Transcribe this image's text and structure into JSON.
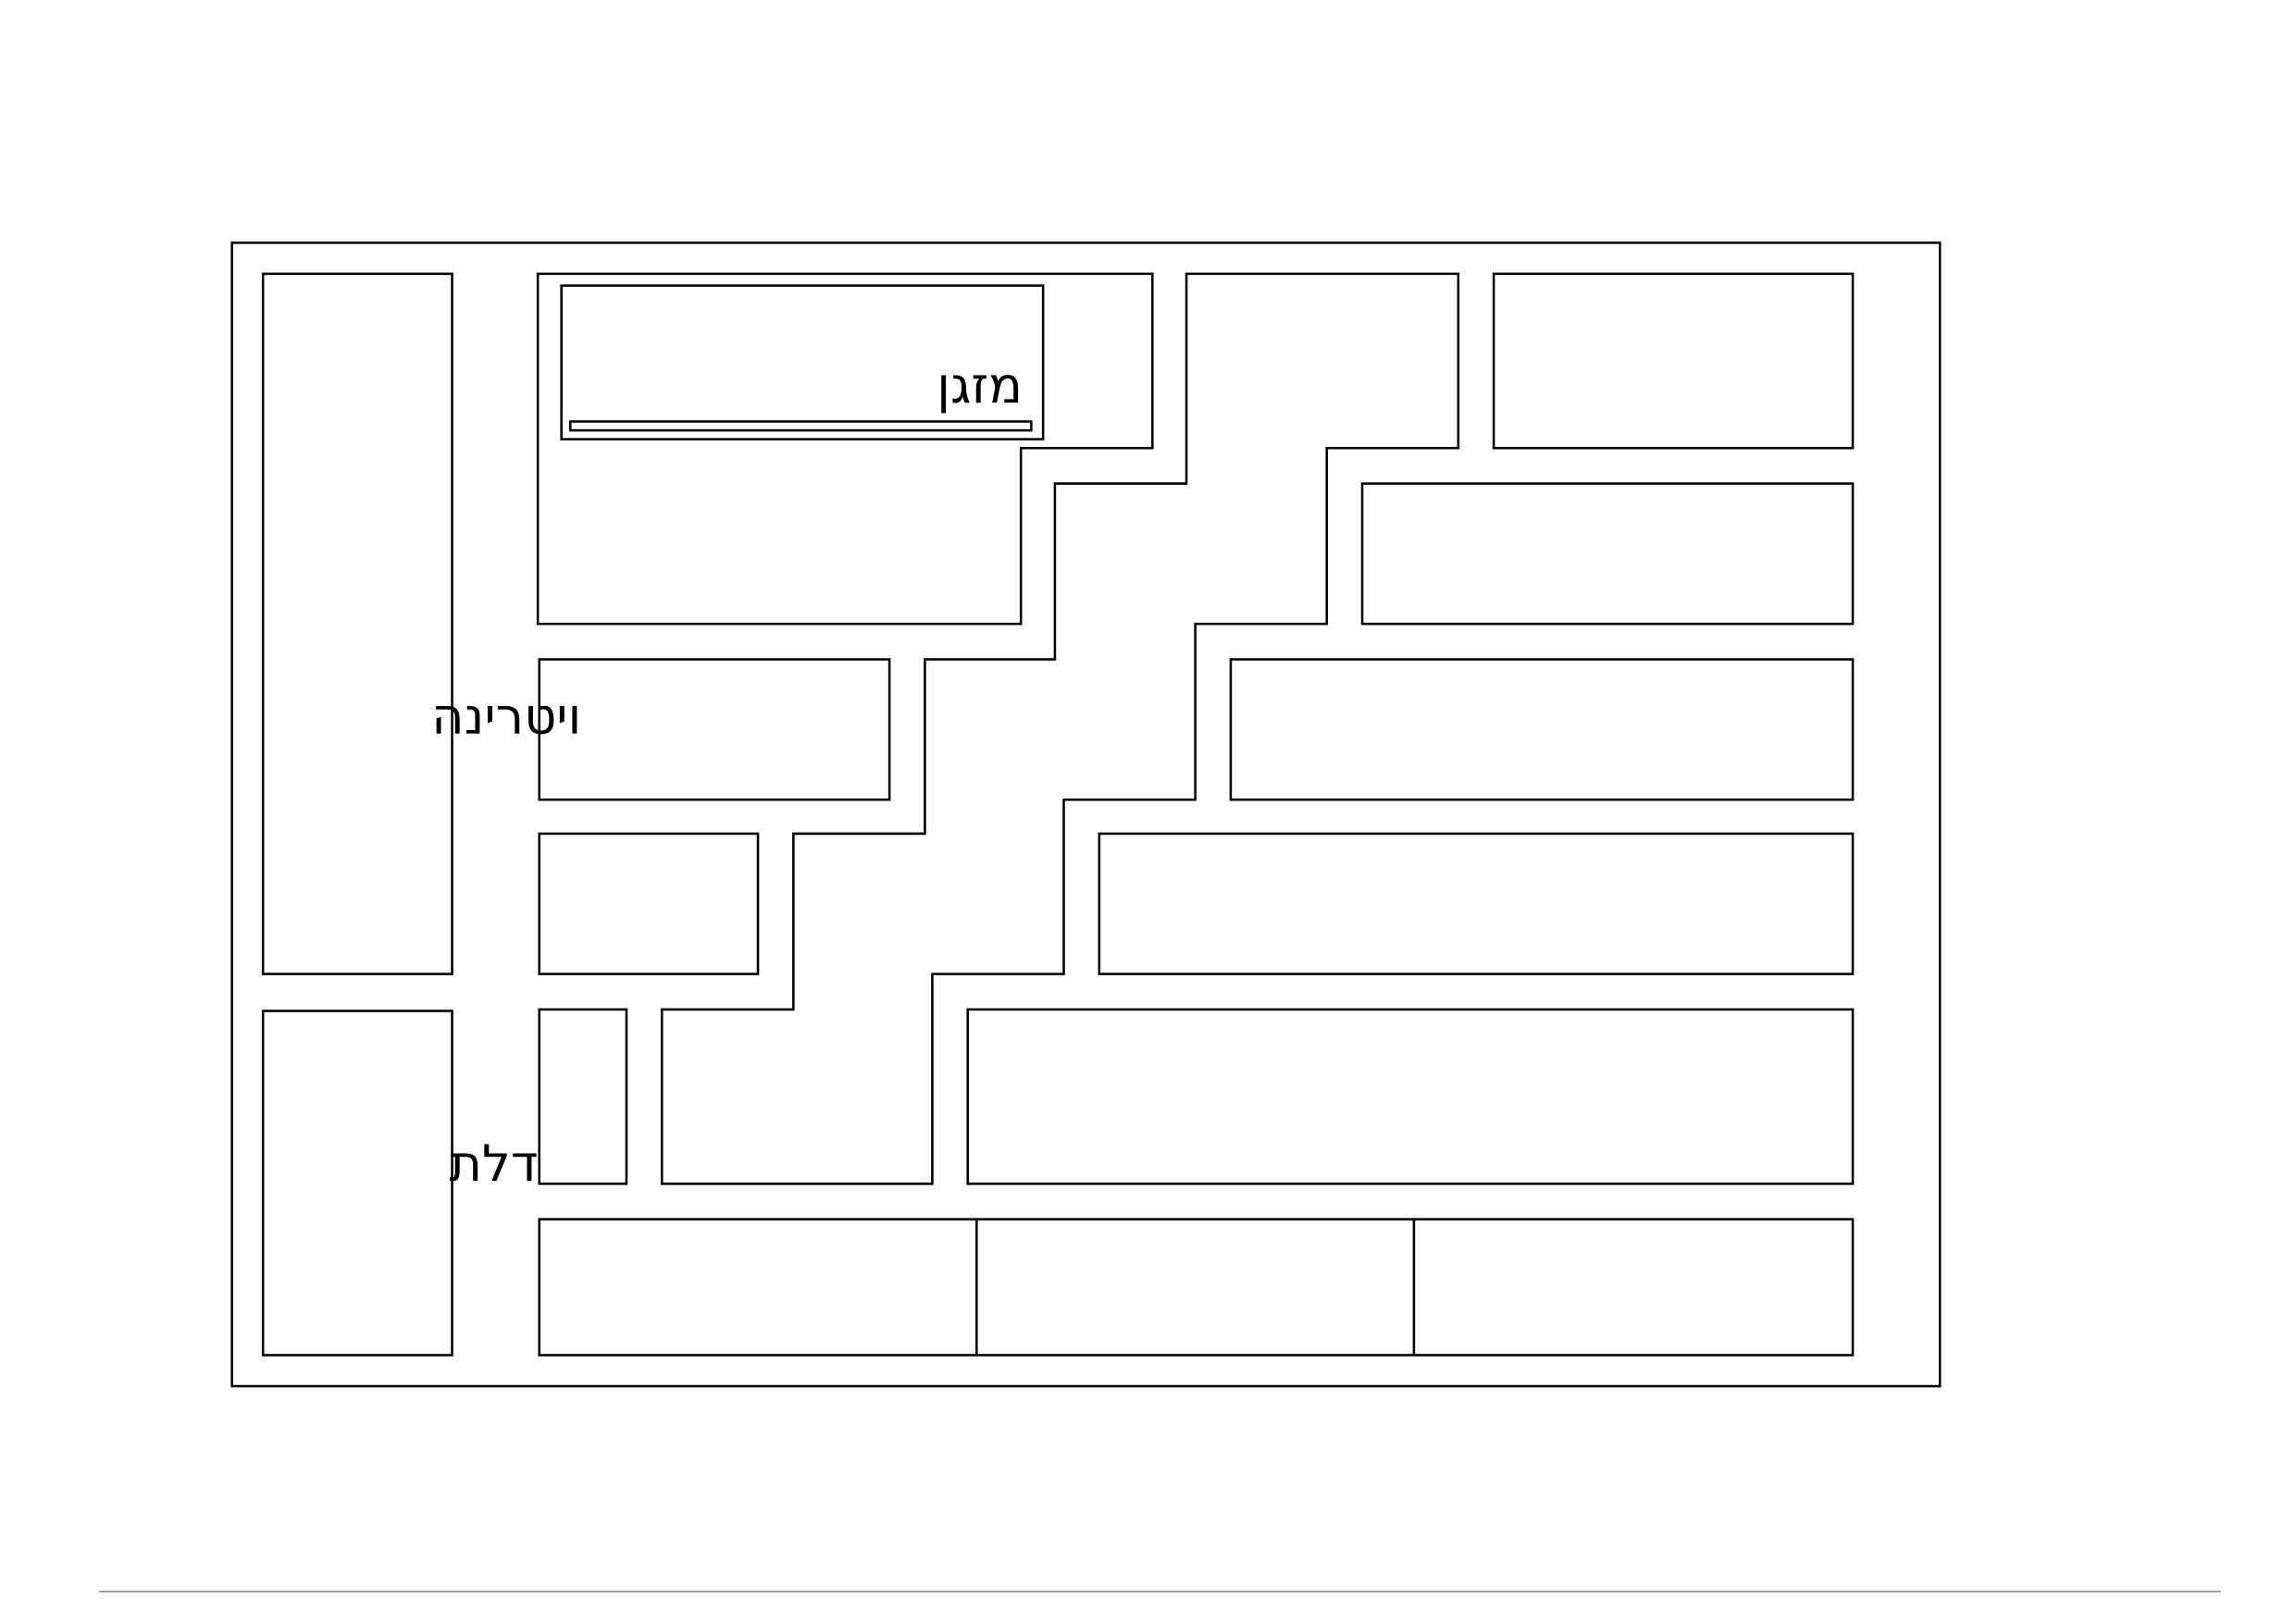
{
  "labels": {
    "air_conditioner": "מזגן",
    "display_case": "ויטרינה",
    "door": "דלת"
  },
  "colors": {
    "stroke": "#000000",
    "footer_line": "#888888",
    "background": "#ffffff"
  }
}
